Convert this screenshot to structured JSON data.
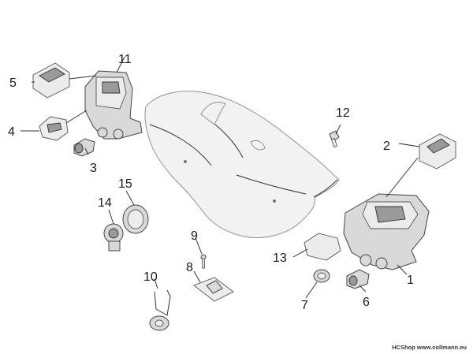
{
  "callouts": {
    "c1": "1",
    "c2": "2",
    "c3": "3",
    "c4": "4",
    "c5": "5",
    "c6": "6",
    "c7": "7",
    "c8": "8",
    "c9": "9",
    "c10": "10",
    "c11": "11",
    "c12": "12",
    "c13": "13",
    "c14": "14",
    "c15": "15"
  },
  "footer": "HCShop www.collmann.eu"
}
